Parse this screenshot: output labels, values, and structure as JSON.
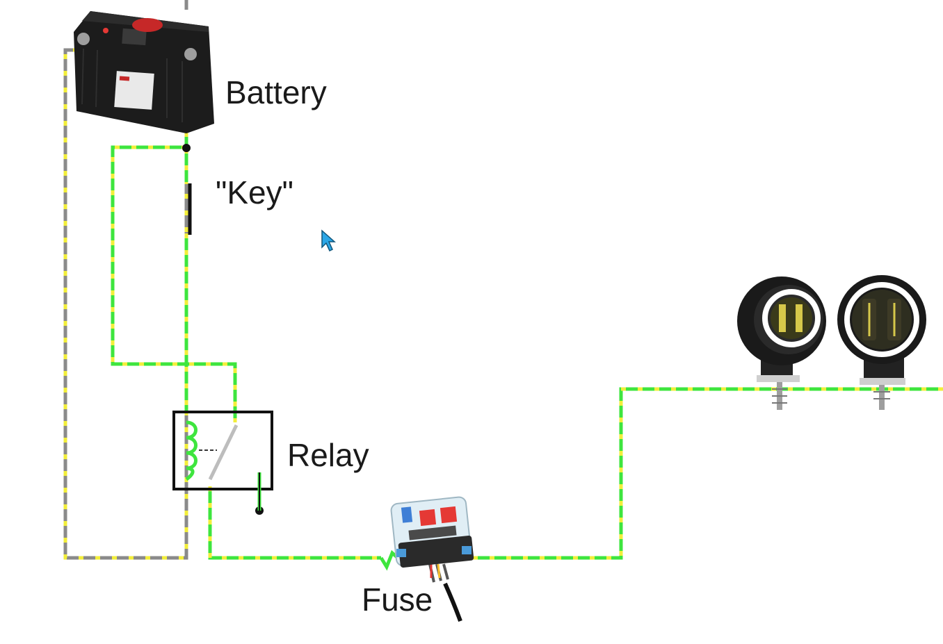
{
  "labels": {
    "battery": "Battery",
    "key": "\"Key\"",
    "relay": "Relay",
    "fuse": "Fuse"
  },
  "colors": {
    "positive_wire": "#3ee53e",
    "positive_dash": "#f2ee3a",
    "ground_wire": "#8a8a8a",
    "ground_dash": "#f2ee3a",
    "relay_outline": "#111111",
    "coil": "#3ee53e",
    "background": "#ffffff",
    "cursor": "#2aa6e6"
  },
  "components": [
    "battery-icon",
    "key-switch-icon",
    "relay-icon",
    "fuse-box-icon",
    "fog-light-icon",
    "fog-light-icon",
    "cursor-icon"
  ]
}
